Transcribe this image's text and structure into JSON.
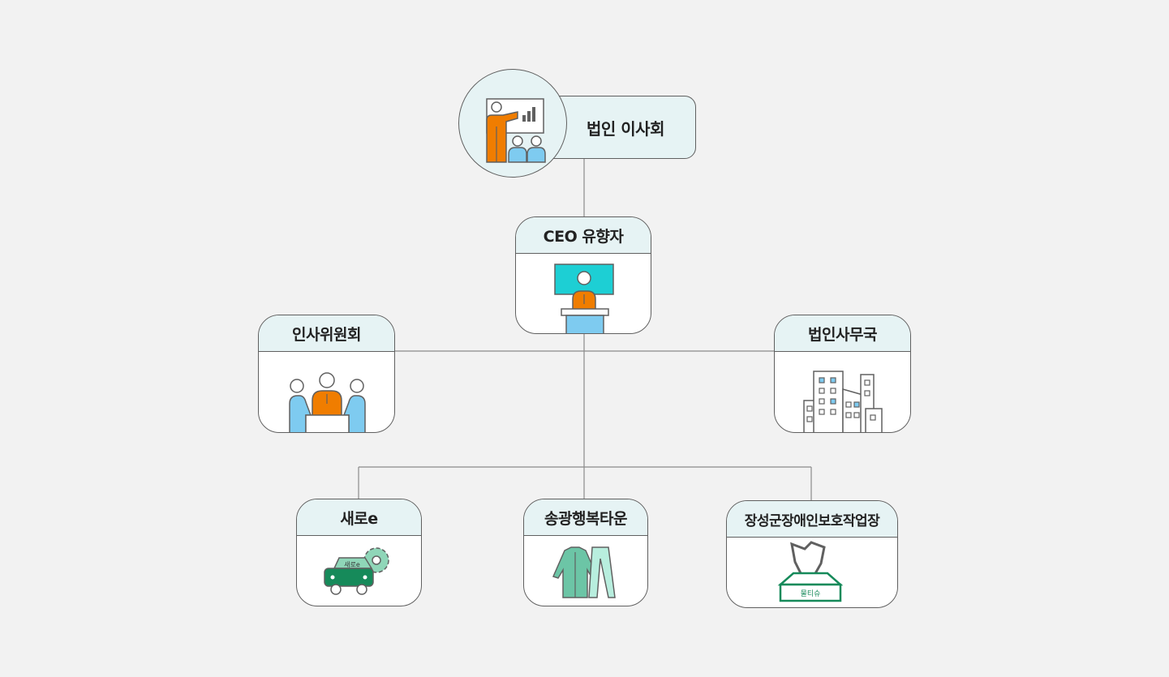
{
  "board": {
    "label": "법인 이사회"
  },
  "ceo": {
    "label": "CEO 유향자"
  },
  "hr_committee": {
    "label": "인사위원회"
  },
  "secretariat": {
    "label": "법인사무국"
  },
  "saeroe": {
    "label": "새로e",
    "car_sign": "새로e"
  },
  "songgwang": {
    "label": "송광행복타운"
  },
  "jangseong": {
    "label": "장성군장애인보호작업장",
    "box_label": "물티슈"
  },
  "colors": {
    "background": "#f2f2f2",
    "header_fill": "#e6f3f4",
    "border": "#606060",
    "orange": "#f07d00",
    "light_blue": "#7ecbf0",
    "cyan": "#1dcfd4",
    "green": "#168a5a",
    "mint": "#8fd6b8"
  },
  "icons": {
    "board": "presentation-icon",
    "ceo": "podium-speaker-icon",
    "hr_committee": "meeting-people-icon",
    "secretariat": "office-buildings-icon",
    "saeroe": "car-gear-icon",
    "songgwang": "clothing-icon",
    "jangseong": "wet-tissue-box-icon"
  }
}
